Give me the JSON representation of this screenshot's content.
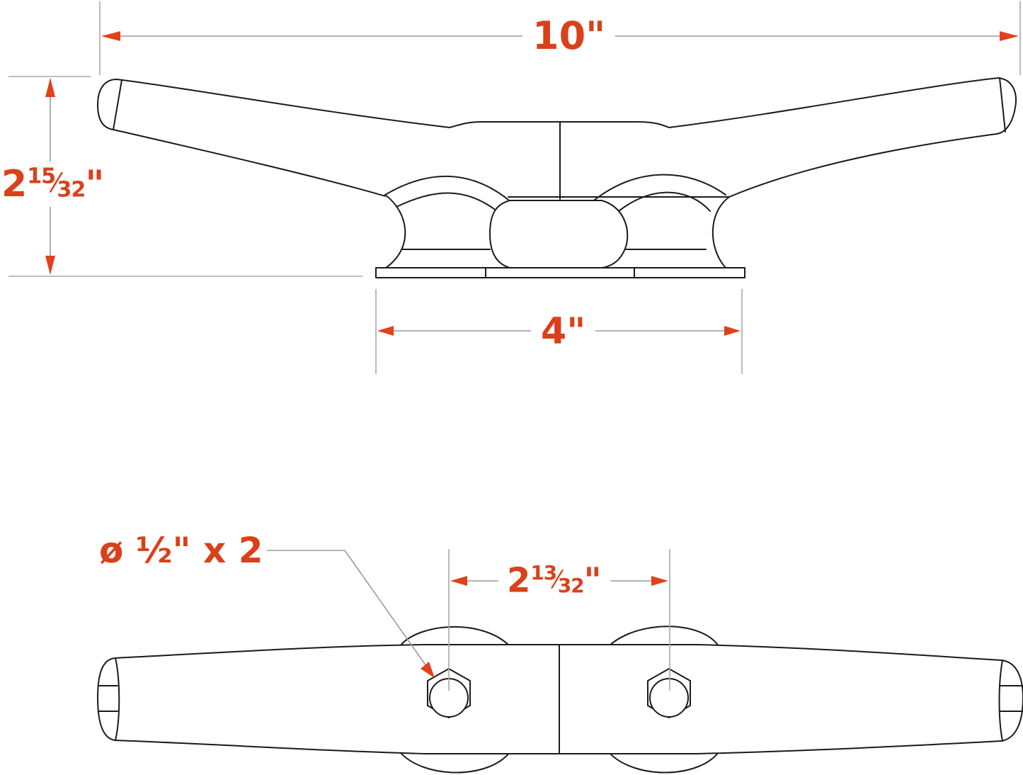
{
  "diagram": {
    "title": "Boat cleat dimension drawing",
    "colors": {
      "dimension_text": "#d9411a",
      "arrowhead": "#e2401a",
      "outline": "#1a1a1a",
      "dimension_line": "#9a9a9a",
      "background": "#ffffff"
    },
    "side_view": {
      "overall_length": {
        "whole": "10",
        "unit": "\""
      },
      "height": {
        "whole": "2",
        "numerator": "15",
        "slash": "⁄",
        "denominator": "32",
        "unit": "\""
      },
      "base_length": {
        "whole": "4",
        "unit": "\""
      }
    },
    "top_view": {
      "hole_callout": {
        "symbol": "ø",
        "fraction": "½",
        "unit": "\"",
        "multiplier": "x 2"
      },
      "hole_spacing": {
        "whole": "2",
        "numerator": "13",
        "slash": "⁄",
        "denominator": "32",
        "unit": "\""
      },
      "bolt_count": 2,
      "bolt_head_shape": "hexagon-nut-icon"
    }
  }
}
